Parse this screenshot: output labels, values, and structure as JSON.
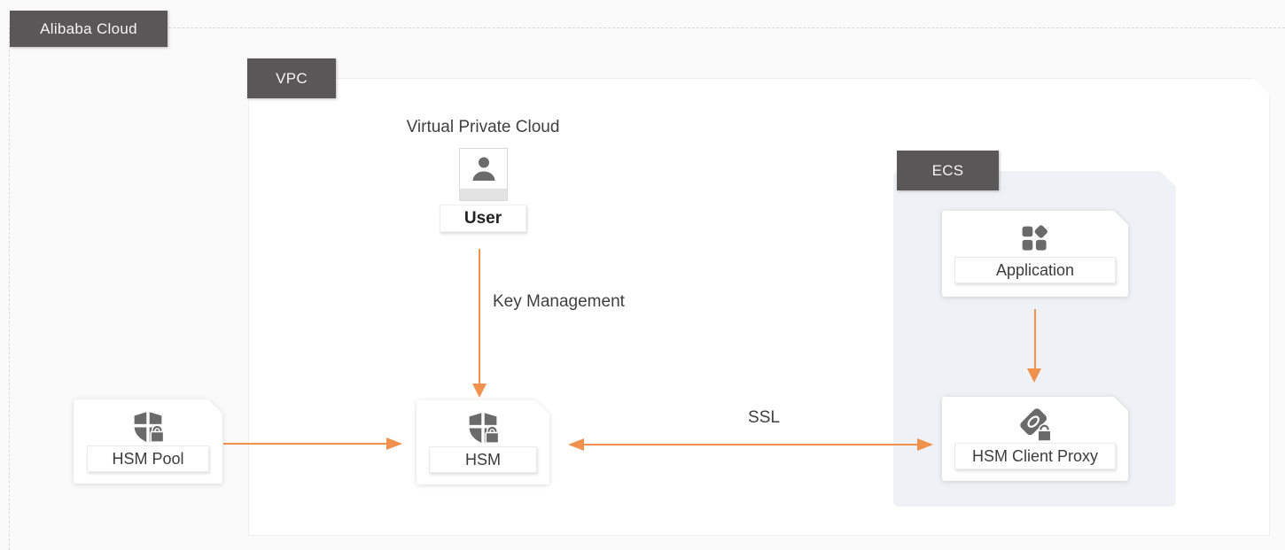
{
  "colors": {
    "arrow": "#F0914D",
    "tag_bg": "#595757",
    "tag_text": "#F5F5F5",
    "ecs_bg": "#EEF1F5",
    "icon_gray": "#6A6A6A"
  },
  "boundary": {
    "label": "Alibaba Cloud"
  },
  "vpc": {
    "tag": "VPC",
    "title": "Virtual Private Cloud"
  },
  "ecs": {
    "tag": "ECS"
  },
  "nodes": {
    "user": {
      "label": "User",
      "icon": "user-icon"
    },
    "hsm_pool": {
      "label": "HSM Pool",
      "icon": "shield-lock-icon"
    },
    "hsm": {
      "label": "HSM",
      "icon": "shield-lock-icon"
    },
    "application": {
      "label": "Application",
      "icon": "app-blocks-icon"
    },
    "hsm_client_proxy": {
      "label": "HSM Client Proxy",
      "icon": "link-lock-icon"
    }
  },
  "edges": {
    "key_management": {
      "label": "Key Management",
      "from": "user",
      "to": "hsm",
      "direction": "down"
    },
    "hsm_pool_to_hsm": {
      "label": "",
      "from": "hsm_pool",
      "to": "hsm",
      "direction": "right"
    },
    "ssl": {
      "label": "SSL",
      "from": "hsm",
      "to": "hsm_client_proxy",
      "direction": "both"
    },
    "application_to_proxy": {
      "label": "",
      "from": "application",
      "to": "hsm_client_proxy",
      "direction": "down"
    }
  }
}
